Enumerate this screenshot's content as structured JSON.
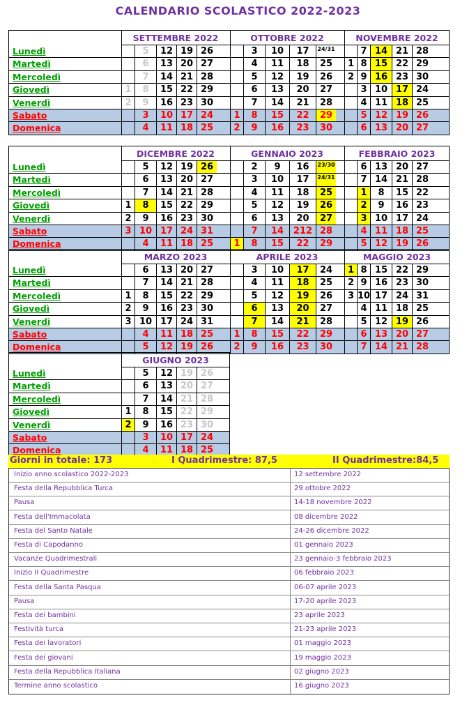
{
  "title": "CALENDARIO SCOLASTICO 2022-2023",
  "colors": {
    "title": "#7030a0",
    "weekday": "#00a000",
    "weekend": "#ff0000",
    "highlight": "#ffff00",
    "weekend_row": "#b7cce4",
    "muted": "#c8c8c8"
  },
  "day_names": [
    "Lunedì",
    "Martedì",
    "Mercoledì",
    "Giovedì",
    "Venerdì",
    "Sabato",
    "Domenica"
  ],
  "months": [
    {
      "name": "SETTEMBRE 2022",
      "rows": [
        [
          [
            "5",
            "o"
          ],
          "12",
          "19",
          "26"
        ],
        [
          [
            "6",
            "o"
          ],
          "13",
          "20",
          "27"
        ],
        [
          [
            "7",
            "o"
          ],
          "14",
          "21",
          "28"
        ],
        [
          [
            "1",
            "o"
          ],
          [
            "8",
            "o"
          ],
          "15",
          "22",
          "29"
        ],
        [
          [
            "2",
            "o"
          ],
          [
            "9",
            "o"
          ],
          "16",
          "23",
          "30"
        ],
        [
          "3",
          "10",
          "17",
          "24"
        ],
        [
          "4",
          "11",
          "18",
          "25"
        ]
      ]
    },
    {
      "name": "OTTOBRE 2022",
      "rows": [
        [
          "3",
          "10",
          "17",
          [
            "24/31",
            "s"
          ]
        ],
        [
          "4",
          "11",
          "18",
          "25"
        ],
        [
          "5",
          "12",
          "19",
          "26"
        ],
        [
          "6",
          "13",
          "20",
          "27"
        ],
        [
          "7",
          "14",
          "21",
          "28"
        ],
        [
          "1",
          "8",
          "15",
          "22",
          [
            "29",
            "h"
          ]
        ],
        [
          "2",
          "9",
          "16",
          "23",
          "30"
        ]
      ]
    },
    {
      "name": "NOVEMBRE 2022",
      "rows": [
        [
          "7",
          [
            "14",
            "h"
          ],
          "21",
          "28"
        ],
        [
          "1",
          "8",
          [
            "15",
            "h"
          ],
          "22",
          "29"
        ],
        [
          "2",
          "9",
          [
            "16",
            "h"
          ],
          "23",
          "30"
        ],
        [
          "3",
          "10",
          [
            "17",
            "h"
          ],
          "24"
        ],
        [
          "4",
          "11",
          [
            "18",
            "h"
          ],
          "25"
        ],
        [
          "5",
          "12",
          "19",
          "26"
        ],
        [
          "6",
          "13",
          "20",
          "27"
        ]
      ]
    },
    {
      "name": "DICEMBRE 2022",
      "rows": [
        [
          "5",
          "12",
          "19",
          [
            "26",
            "h"
          ]
        ],
        [
          "6",
          "13",
          "20",
          "27"
        ],
        [
          "7",
          "14",
          "21",
          "28"
        ],
        [
          "1",
          [
            "8",
            "h"
          ],
          "15",
          "22",
          "29"
        ],
        [
          "2",
          "9",
          "16",
          "23",
          "30"
        ],
        [
          "3",
          "10",
          "17",
          "24",
          "31"
        ],
        [
          "4",
          "11",
          "18",
          "25"
        ]
      ]
    },
    {
      "name": "GENNAIO 2023",
      "rows": [
        [
          "2",
          "9",
          "16",
          [
            "23/30",
            "hs"
          ]
        ],
        [
          "3",
          "10",
          "17",
          [
            "24/31",
            "hs"
          ]
        ],
        [
          "4",
          "11",
          "18",
          [
            "25",
            "h"
          ]
        ],
        [
          "5",
          "12",
          "19",
          [
            "26",
            "h"
          ]
        ],
        [
          "6",
          "13",
          "20",
          [
            "27",
            "h"
          ]
        ],
        [
          "7",
          "14",
          "212",
          "28"
        ],
        [
          [
            "1",
            "h"
          ],
          "8",
          "15",
          "22",
          "29"
        ]
      ]
    },
    {
      "name": "FEBBRAIO 2023",
      "rows": [
        [
          "6",
          "13",
          "20",
          "27"
        ],
        [
          "7",
          "14",
          "21",
          "28"
        ],
        [
          [
            "1",
            "h"
          ],
          "8",
          "15",
          "22"
        ],
        [
          [
            "2",
            "h"
          ],
          "9",
          "16",
          "23"
        ],
        [
          [
            "3",
            "h"
          ],
          "10",
          "17",
          "24"
        ],
        [
          "4",
          "11",
          "18",
          "25"
        ],
        [
          "5",
          "12",
          "19",
          "26"
        ]
      ]
    },
    {
      "name": "MARZO 2023",
      "rows": [
        [
          "6",
          "13",
          "20",
          "27"
        ],
        [
          "7",
          "14",
          "21",
          "28"
        ],
        [
          "1",
          "8",
          "15",
          "22",
          "29"
        ],
        [
          "2",
          "9",
          "16",
          "23",
          "30"
        ],
        [
          "3",
          "10",
          "17",
          "24",
          "31"
        ],
        [
          "4",
          "11",
          "18",
          "25"
        ],
        [
          "5",
          "12",
          "19",
          "26"
        ]
      ]
    },
    {
      "name": "APRILE 2023",
      "rows": [
        [
          "3",
          "10",
          [
            "17",
            "h"
          ],
          "24"
        ],
        [
          "4",
          "11",
          [
            "18",
            "h"
          ],
          "25"
        ],
        [
          "5",
          "12",
          [
            "19",
            "h"
          ],
          "26"
        ],
        [
          [
            "6",
            "h"
          ],
          "13",
          [
            "20",
            "h"
          ],
          "27"
        ],
        [
          [
            "7",
            "h"
          ],
          "14",
          [
            "21",
            "h"
          ],
          "28"
        ],
        [
          "1",
          "8",
          "15",
          "22",
          "29"
        ],
        [
          "2",
          "9",
          "16",
          "23",
          "30"
        ]
      ]
    },
    {
      "name": "MAGGIO 2023",
      "rows": [
        [
          [
            "1",
            "h"
          ],
          "8",
          "15",
          "22",
          "29"
        ],
        [
          "2",
          "9",
          "16",
          "23",
          "30"
        ],
        [
          "3",
          "10",
          "17",
          "24",
          "31"
        ],
        [
          "4",
          "11",
          "18",
          "25"
        ],
        [
          "5",
          "12",
          [
            "19",
            "h"
          ],
          "26"
        ],
        [
          "6",
          "13",
          "20",
          "27"
        ],
        [
          "7",
          "14",
          "21",
          "28"
        ]
      ]
    },
    {
      "name": "GIUGNO 2023",
      "rows": [
        [
          "5",
          "12",
          [
            "19",
            "o"
          ],
          [
            "26",
            "o"
          ]
        ],
        [
          "6",
          "13",
          [
            "20",
            "o"
          ],
          [
            "27",
            "o"
          ]
        ],
        [
          "7",
          "14",
          [
            "21",
            "o"
          ],
          [
            "28",
            "o"
          ]
        ],
        [
          "1",
          "8",
          "15",
          [
            "22",
            "o"
          ],
          [
            "29",
            "o"
          ]
        ],
        [
          [
            "2",
            "h"
          ],
          "9",
          "16",
          [
            "23",
            "o"
          ],
          [
            "30",
            "o"
          ]
        ],
        [
          "3",
          "10",
          "17",
          "24"
        ],
        [
          "4",
          "11",
          "18",
          "25"
        ]
      ]
    }
  ],
  "summary": {
    "total": "Giorni in totale: 173",
    "first": "I Quadrimestre: 87,5",
    "second": "II Quadrimestre:84,5"
  },
  "events": [
    {
      "name": "Inizio anno scolastico 2022-2023",
      "date": "12 settembre 2022"
    },
    {
      "name": "Festa della Repubblica Turca",
      "date": "29 ottobre 2022"
    },
    {
      "name": "Pausa",
      "date": "14-18 novembre 2022"
    },
    {
      "name": "Festa dell'Immacolata",
      "date": "08 dicembre 2022"
    },
    {
      "name": "Festa del Santo Natale",
      "date": "24-26 dicembre 2022"
    },
    {
      "name": "Festa di Capodanno",
      "date": "01 gennaio 2023"
    },
    {
      "name": "Vacanze Quadrimestrali",
      "date": "23 gennaio-3 febbraio 2023"
    },
    {
      "name": "Inizio II Quadrimestre",
      "date": "06 febbraio 2023"
    },
    {
      "name": "Festa della Santa Pasqua",
      "date": "06-07 aprile 2023"
    },
    {
      "name": "Pausa",
      "date": "17-20 aprile 2023"
    },
    {
      "name": "Festa dei bambini",
      "date": "23 aprile 2023"
    },
    {
      "name": "Festività turca",
      "date": "21-23 aprile 2023"
    },
    {
      "name": "Festa dei lavoratori",
      "date": "01 maggio 2023"
    },
    {
      "name": "Festa dei giovani",
      "date": "19 maggio 2023"
    },
    {
      "name": "Festa della Repubblica Italiana",
      "date": "02 giugno 2023"
    },
    {
      "name": "Termine anno scolastico",
      "date": "16 giugno 2023"
    }
  ]
}
